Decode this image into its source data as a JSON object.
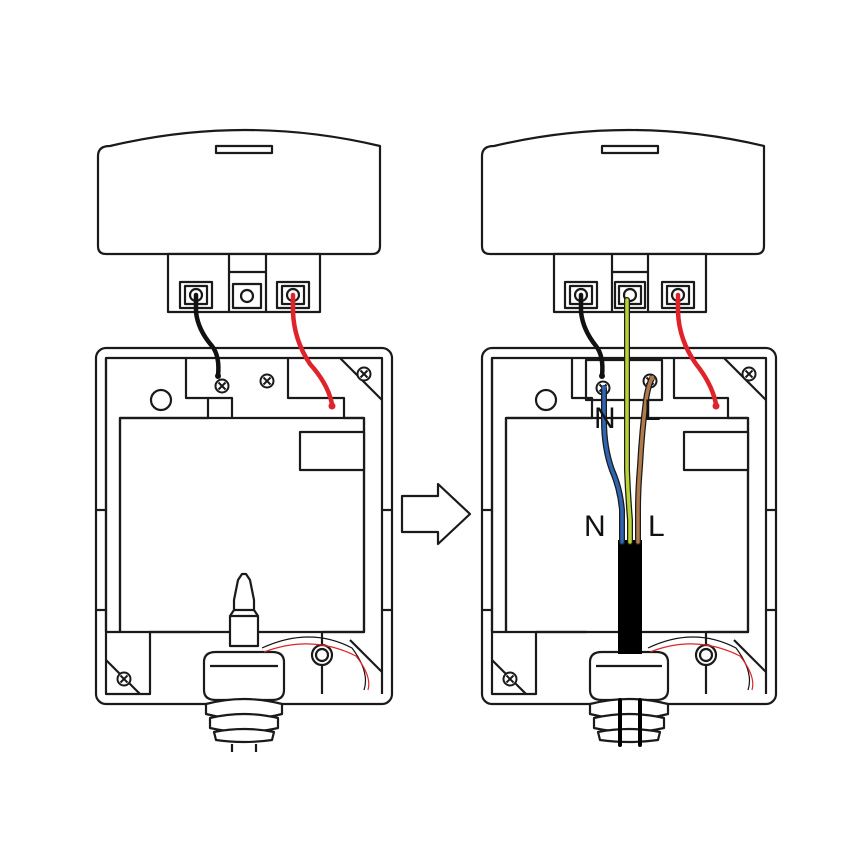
{
  "labels": {
    "terminal_n": "N",
    "terminal_l": "L",
    "wire_n": "N",
    "wire_l": "L"
  },
  "colors": {
    "outline": "#1a1a1a",
    "wire_black": "#111111",
    "wire_red": "#e0232a",
    "wire_blue": "#2f64b0",
    "wire_green_yellow": "#b9d437",
    "wire_brown": "#b07a4a",
    "cable_sheath": "#000000",
    "background": "#ffffff"
  },
  "icons": {
    "arrow": "right-outline-arrow-icon",
    "screw": "cross-screw-icon"
  }
}
